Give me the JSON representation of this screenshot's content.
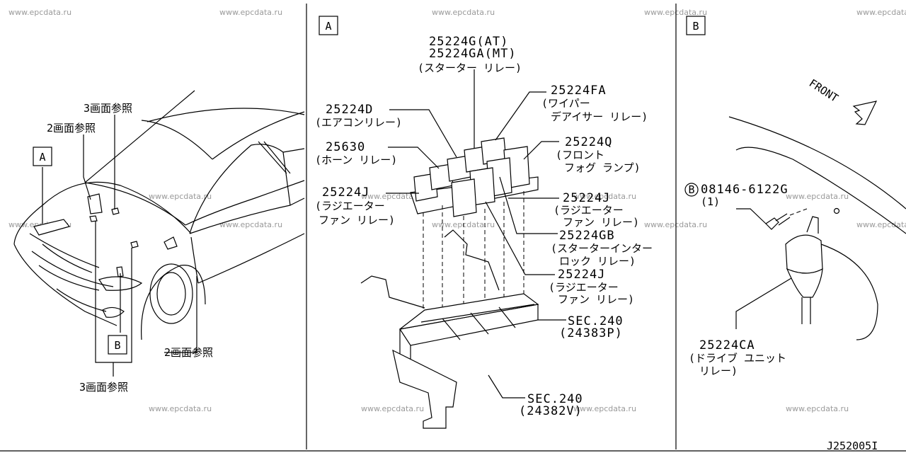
{
  "watermark": "www.epcdata.ru",
  "panel_a": {
    "box_label": "A",
    "labels": {
      "starter_relay_1": "25224G(AT)",
      "starter_relay_2": "25224GA(MT)",
      "starter_relay_3": "(スターター リレー)",
      "wiper_1": "25224FA",
      "wiper_2": "(ワイパー",
      "wiper_3": "デアイサー リレー)",
      "aircon_1": "25224D",
      "aircon_2": "(エアコンリレー)",
      "front_fog_1": "25224Q",
      "front_fog_2": "(フロント",
      "front_fog_3": "フォグ ランプ)",
      "horn_1": "25630",
      "horn_2": "(ホーン リレー)",
      "rad_left_1": "25224J",
      "rad_left_2": "(ラジエーター",
      "rad_left_3": "ファン リレー)",
      "rad_right1_1": "25224J",
      "rad_right1_2": "(ラジエーター",
      "rad_right1_3": "ファン リレー)",
      "interlock_1": "25224GB",
      "interlock_2": "(スターターインター",
      "interlock_3": "ロック リレー)",
      "rad_right2_1": "25224J",
      "rad_right2_2": "(ラジエーター",
      "rad_right2_3": "ファン リレー)",
      "sec_upper_1": "SEC.240",
      "sec_upper_2": "(24383P)",
      "sec_lower_1": "SEC.240",
      "sec_lower_2": "(24382V)"
    }
  },
  "panel_b": {
    "box_label": "B",
    "front_label": "FRONT",
    "bolt_circle": "B",
    "bolt_1": "08146-6122G",
    "bolt_2": "(1)",
    "drive_1": "25224CA",
    "drive_2": "(ドライブ ユニット",
    "drive_3": "リレー)"
  },
  "panel_car": {
    "box_a": "A",
    "box_b": "B",
    "ref_3_top": "3画面参照",
    "ref_2_top": "2画面参照",
    "ref_2_bottom": "2画面参照",
    "ref_3_bottom": "3画面参照"
  },
  "diagram_code": "J252005I"
}
